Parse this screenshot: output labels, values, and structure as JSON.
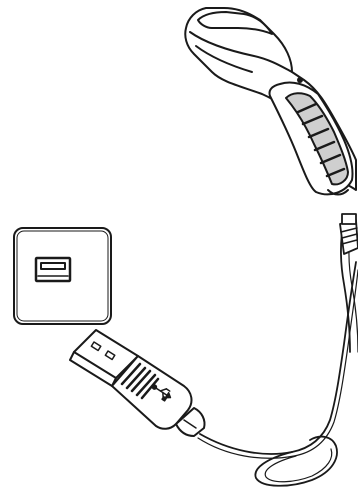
{
  "diagram": {
    "components": [
      {
        "id": "scanner",
        "icon": "barcode-scanner-icon"
      },
      {
        "id": "usb-port",
        "icon": "usb-port-icon"
      },
      {
        "id": "usb-plug",
        "icon": "usb-plug-icon"
      },
      {
        "id": "cable",
        "icon": "usb-cable-icon"
      }
    ],
    "colors": {
      "stroke": "#1a1a1a",
      "fill": "#ffffff",
      "grip": "#cfcfcf",
      "background": "#ffffff"
    }
  }
}
